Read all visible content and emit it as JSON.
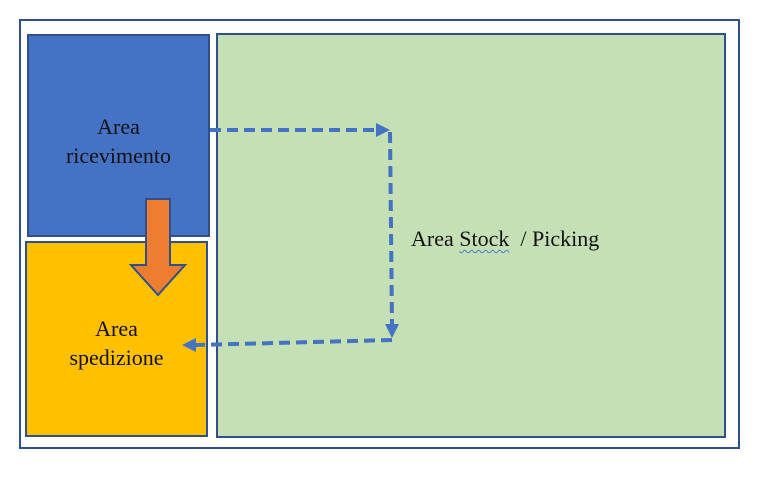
{
  "diagram": {
    "receiving_area": {
      "label_lines": [
        "Area",
        "ricevimento"
      ],
      "fill_color": "#4472c4"
    },
    "shipping_area": {
      "label_lines": [
        "Area",
        "spedizione"
      ],
      "fill_color": "#ffc000"
    },
    "stock_area": {
      "label_before": "Area ",
      "label_marked": "Stock",
      "label_after": "  / Picking",
      "fill_color": "#c5e0b4"
    },
    "flows": [
      {
        "from": "receiving_area",
        "to": "shipping_area",
        "style": "solid",
        "color": "#ed7d31"
      },
      {
        "from": "receiving_area",
        "to": "stock_area",
        "style": "dashed",
        "color": "#4472c4"
      },
      {
        "from": "stock_area",
        "to": "shipping_area",
        "style": "dashed",
        "color": "#4472c4"
      }
    ]
  }
}
